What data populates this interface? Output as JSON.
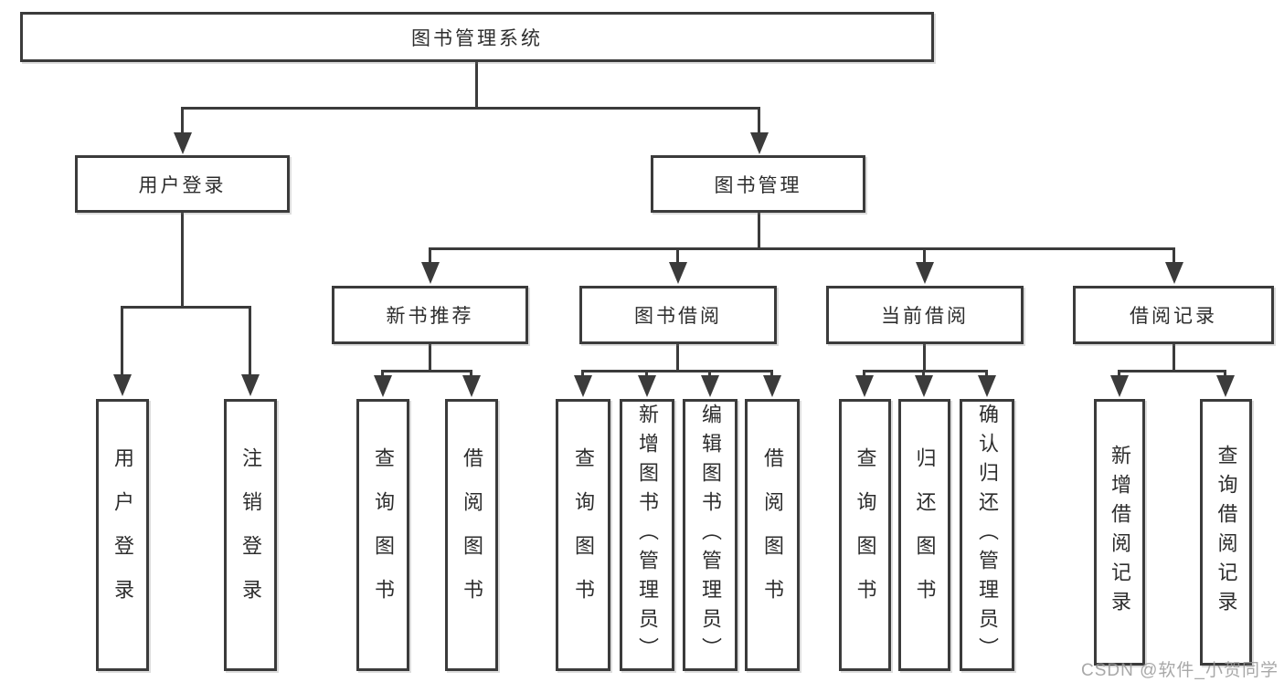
{
  "diagram": {
    "root": {
      "label": "图书管理系统"
    },
    "level1": [
      {
        "label": "用户登录"
      },
      {
        "label": "图书管理"
      }
    ],
    "level2": [
      {
        "label": "新书推荐"
      },
      {
        "label": "图书借阅"
      },
      {
        "label": "当前借阅"
      },
      {
        "label": "借阅记录"
      }
    ],
    "leaves": {
      "user_login": [
        {
          "label": "用户登录"
        },
        {
          "label": "注销登录"
        }
      ],
      "new_book_recommend": [
        {
          "label": "查询图书"
        },
        {
          "label": "借阅图书"
        }
      ],
      "book_borrow": [
        {
          "label": "查询图书"
        },
        {
          "label": "新增图书（管理员）"
        },
        {
          "label": "编辑图书（管理员）"
        },
        {
          "label": "借阅图书"
        }
      ],
      "current_borrow": [
        {
          "label": "查询图书"
        },
        {
          "label": "归还图书"
        },
        {
          "label": "确认归还（管理员）"
        }
      ],
      "borrow_records": [
        {
          "label": "新增借阅记录"
        },
        {
          "label": "查询借阅记录"
        }
      ]
    },
    "colors": {
      "line": "#3b3b3b",
      "box_border": "#3b3b3b",
      "text": "#2d2d2d",
      "background": "#ffffff",
      "watermark": "#999999"
    }
  },
  "watermark": {
    "text": "CSDN @软件_小贺同学"
  }
}
